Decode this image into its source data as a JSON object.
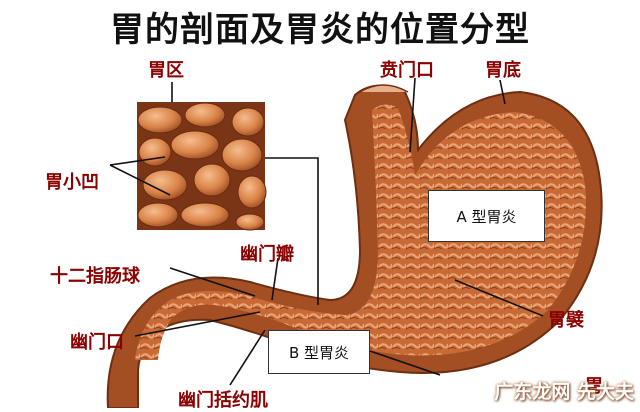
{
  "title": "胃的剖面及胃炎的位置分型",
  "labels": {
    "stomach_region": "胃区",
    "gastric_pits": "胃小凹",
    "duodenal_bulb": "十二指肠球",
    "pylorus": "幽门口",
    "pyloric_valve": "幽门瓣",
    "pyloric_sphincter": "幽门括约肌",
    "cardia": "贲门口",
    "fundus": "胃底",
    "gastric_folds": "胃襞",
    "cut_label": "胃"
  },
  "boxes": {
    "type_a": "A 型胃炎",
    "type_b": "B 型胃炎"
  },
  "watermark": "广东龙网 先大夫",
  "colors": {
    "label_text": "#8b0000",
    "tissue": "#c9703a",
    "tissue_dark": "#9a4a22",
    "tissue_light": "#e7a172"
  }
}
